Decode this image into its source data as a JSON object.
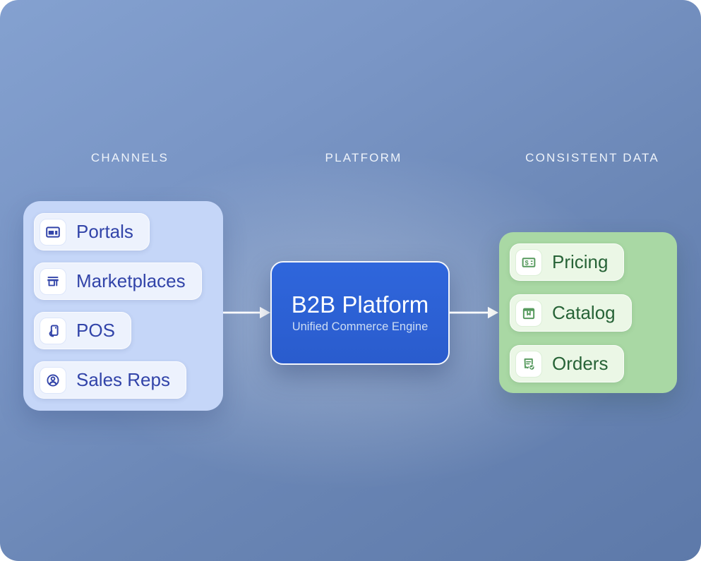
{
  "diagram": {
    "column_labels": {
      "channels": "CHANNELS",
      "platform": "PLATFORM",
      "consistent_data": "CONSISTENT DATA"
    },
    "channels": {
      "items": [
        {
          "label": "Portals",
          "icon": "browser-window-icon"
        },
        {
          "label": "Marketplaces",
          "icon": "storefront-icon"
        },
        {
          "label": "POS",
          "icon": "mobile-pos-icon"
        },
        {
          "label": "Sales Reps",
          "icon": "user-circle-icon"
        }
      ]
    },
    "platform": {
      "title": "B2B Platform",
      "subtitle": "Unified Commerce Engine"
    },
    "consistent_data": {
      "items": [
        {
          "label": "Pricing",
          "icon": "price-banknote-icon"
        },
        {
          "label": "Catalog",
          "icon": "product-box-icon"
        },
        {
          "label": "Orders",
          "icon": "order-receipt-check-icon"
        }
      ]
    },
    "colors": {
      "background_top": "#84a1d0",
      "background_bottom": "#5d79a9",
      "column_label_text": "#eef3fa",
      "channels_panel": "#c5d6f8",
      "channels_item_bg": "#edf2fd",
      "channels_text": "#3244a9",
      "platform_box": "#2b61d6",
      "platform_title_text": "#ffffff",
      "platform_subtitle_text": "#cdddf4",
      "data_panel": "#a9d8a4",
      "data_item_bg": "#ebf7e6",
      "data_text": "#276337",
      "data_icon": "#579a5e",
      "arrow": "#ffffff"
    }
  }
}
